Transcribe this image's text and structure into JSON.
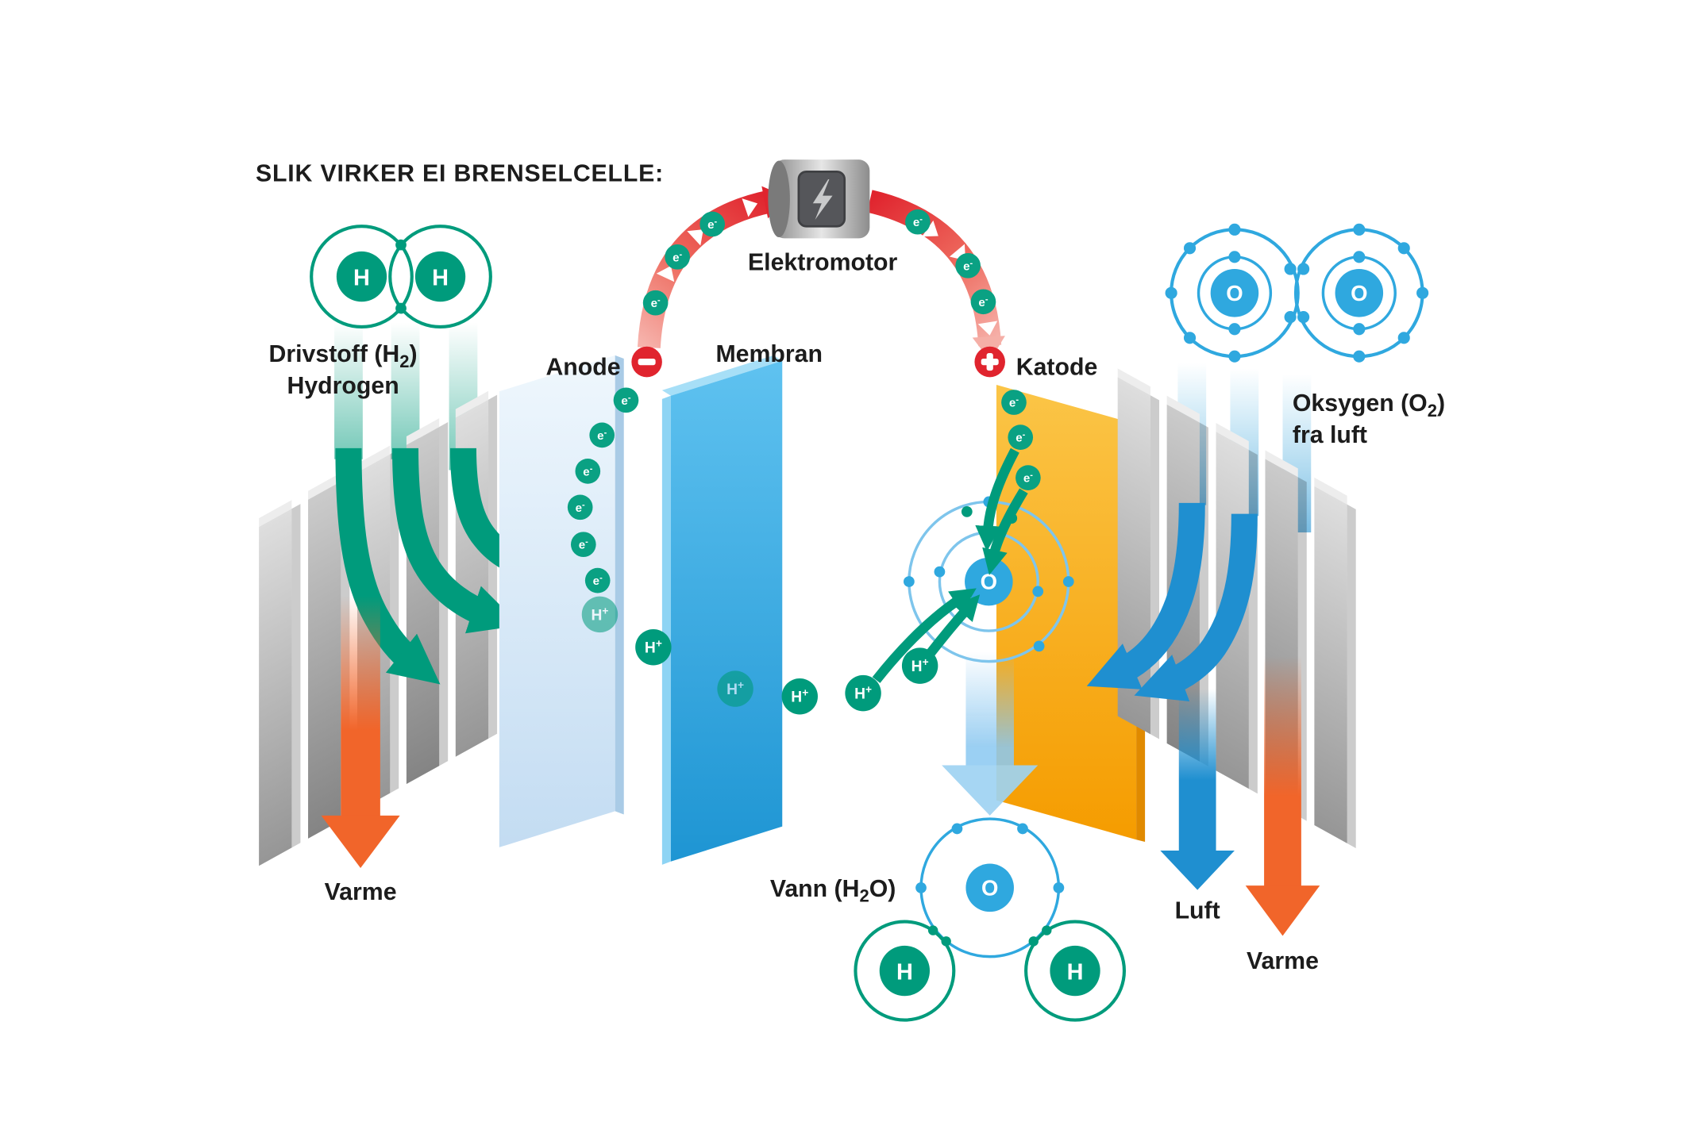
{
  "title": "SLIK VIRKER EI BRENSELCELLE:",
  "labels": {
    "drivstoff": {
      "pre": "Drivstoff (H",
      "sub": "2",
      "post": ")"
    },
    "hydrogen": "Hydrogen",
    "varme_left": "Varme",
    "anode": "Anode",
    "membran": "Membran",
    "elektromotor": "Elektromotor",
    "katode": "Katode",
    "oksygen": {
      "pre": "Oksygen (O",
      "sub": "2",
      "post": ")"
    },
    "fra_luft": "fra luft",
    "luft": "Luft",
    "varme_right": "Varme",
    "vann": {
      "pre": "Vann (H",
      "sub": "2",
      "post": "O)"
    }
  },
  "symbols": {
    "hydrogen": "H",
    "oxygen": "O",
    "proton_base": "H",
    "proton_sup": "+",
    "electron_base": "e",
    "electron_sup": "-",
    "minus": "-",
    "plus": "+"
  },
  "colors": {
    "teal": "#009B7C",
    "electron_green": "#0AA183",
    "blue": "#2FA8DF",
    "blue_dark": "#1F8FD0",
    "red": "#E0242E",
    "orange": "#F1652A",
    "cathode_yellow": "#F8B133",
    "plate_gray": "#9C9C9C",
    "text": "#1C1C1C"
  }
}
